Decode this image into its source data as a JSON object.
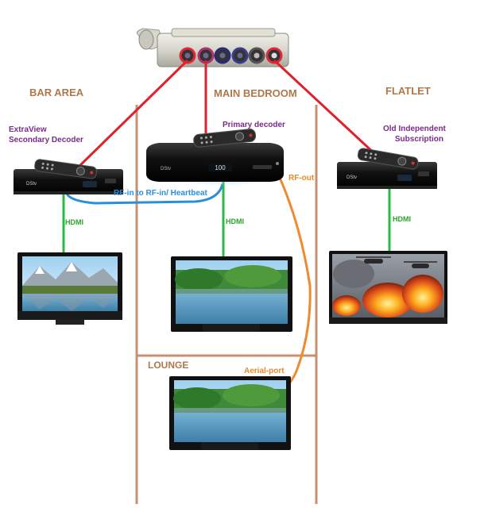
{
  "rooms": {
    "bar_area": "BAR AREA",
    "main_bedroom": "MAIN BEDROOM",
    "flatlet": "FLATLET",
    "lounge": "LOUNGE"
  },
  "devices": {
    "secondary_line1": "ExtraView",
    "secondary_line2": "Secondary Decoder",
    "primary": "Primary decoder",
    "independent_line1": "Old Independent",
    "independent_line2": "Subscription",
    "decoder_display": "100"
  },
  "connections": {
    "hdmi_bar": "HDMI",
    "hdmi_main": "HDMI",
    "hdmi_flatlet": "HDMI",
    "rf_link": "RF-in to RF-in/ Heartbeat",
    "rf_out": "RF-out",
    "aerial_port": "Aerial-port"
  },
  "colors": {
    "room_label": "#b0784a",
    "divider": "#c89070",
    "device_label": "#7a2a8a",
    "lnb_cable": "#e0202a",
    "hdmi_cable": "#2fb84a",
    "rf_link_cable": "#2b8ed8",
    "rf_out_cable": "#f08a30"
  },
  "icons": [
    "lnb-icon",
    "decoder-icon",
    "remote-icon",
    "tv-icon"
  ]
}
